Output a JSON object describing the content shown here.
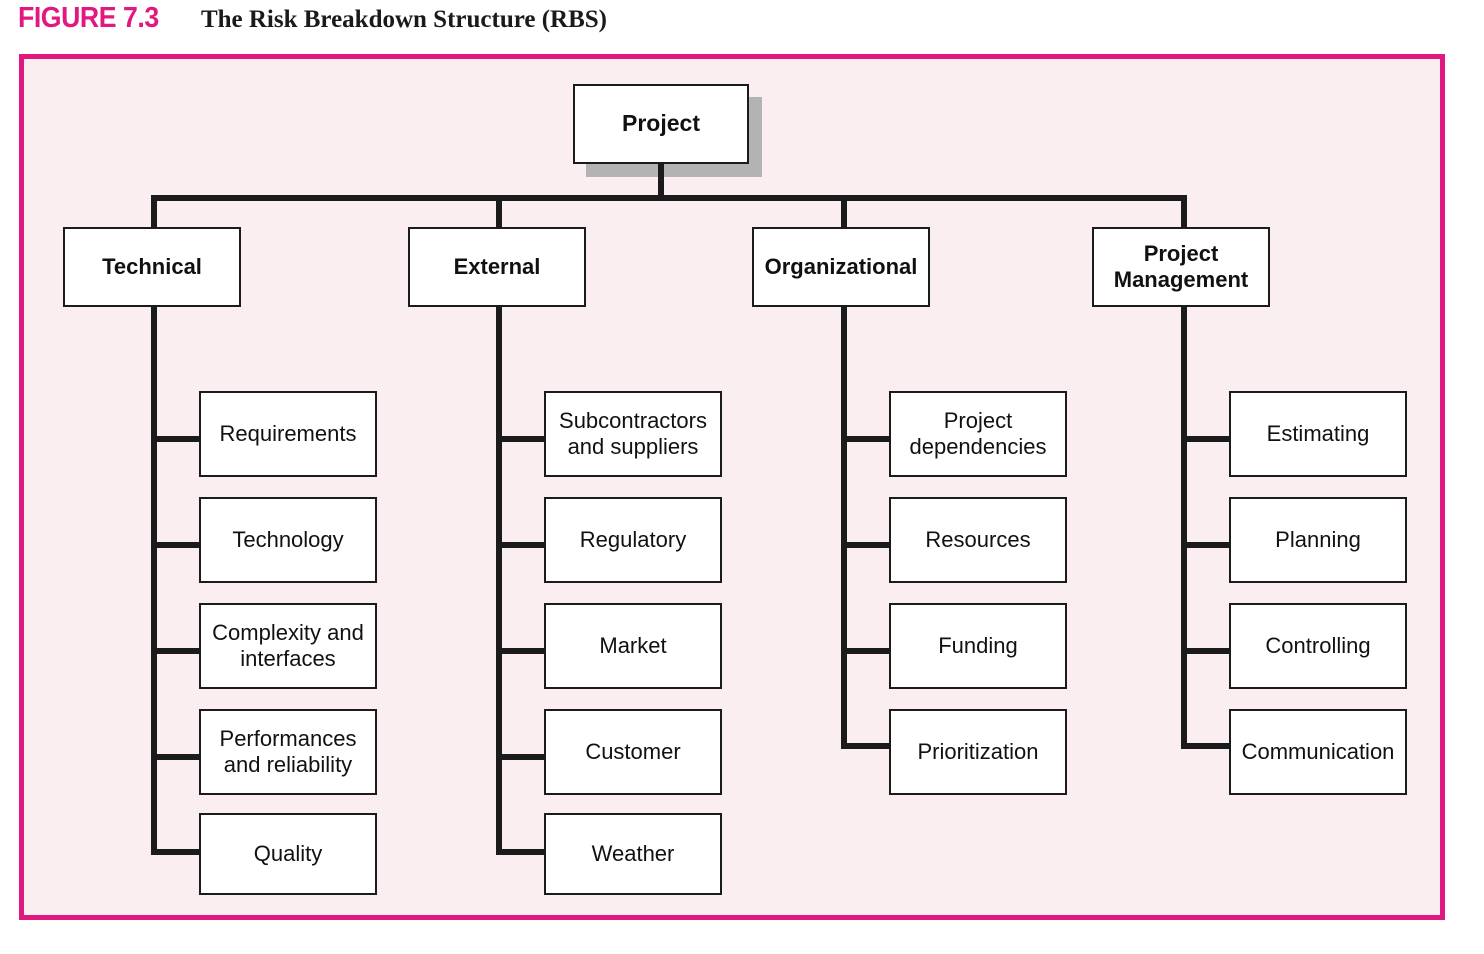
{
  "caption": {
    "figure_number": "FIGURE 7.3",
    "title": "The Risk Breakdown Structure (RBS)",
    "number_color": "#e1187f"
  },
  "frame": {
    "border_color": "#e1187f",
    "background_color": "#fbeef1"
  },
  "chart_data": {
    "type": "diagram",
    "diagram_kind": "hierarchical-tree",
    "title": "The Risk Breakdown Structure (RBS)",
    "root": {
      "label": "Project"
    },
    "branches": [
      {
        "label": "Technical",
        "children": [
          {
            "label": "Requirements"
          },
          {
            "label": "Technology"
          },
          {
            "label": "Complexity and interfaces"
          },
          {
            "label": "Performances and reliability"
          },
          {
            "label": "Quality"
          }
        ]
      },
      {
        "label": "External",
        "children": [
          {
            "label": "Subcontractors and suppliers"
          },
          {
            "label": "Regulatory"
          },
          {
            "label": "Market"
          },
          {
            "label": "Customer"
          },
          {
            "label": "Weather"
          }
        ]
      },
      {
        "label": "Organizational",
        "children": [
          {
            "label": "Project dependencies"
          },
          {
            "label": "Resources"
          },
          {
            "label": "Funding"
          },
          {
            "label": "Prioritization"
          }
        ]
      },
      {
        "label": "Project Management",
        "children": [
          {
            "label": "Estimating"
          },
          {
            "label": "Planning"
          },
          {
            "label": "Controlling"
          },
          {
            "label": "Communication"
          }
        ]
      }
    ]
  },
  "nodes": {
    "root": "Project",
    "b0": "Technical",
    "b1": "External",
    "b2": "Organizational",
    "b3": "Project Management",
    "b3_line1": "Project",
    "b3_line2": "Management",
    "b0c0": "Requirements",
    "b0c1": "Technology",
    "b0c2_line1": "Complexity and",
    "b0c2_line2": "interfaces",
    "b0c3_line1": "Performances",
    "b0c3_line2": "and reliability",
    "b0c4": "Quality",
    "b1c0_line1": "Subcontractors",
    "b1c0_line2": "and suppliers",
    "b1c1": "Regulatory",
    "b1c2": "Market",
    "b1c3": "Customer",
    "b1c4": "Weather",
    "b2c0_line1": "Project",
    "b2c0_line2": "dependencies",
    "b2c1": "Resources",
    "b2c2": "Funding",
    "b2c3": "Prioritization",
    "b3c0": "Estimating",
    "b3c1": "Planning",
    "b3c2": "Controlling",
    "b3c3": "Communication"
  }
}
